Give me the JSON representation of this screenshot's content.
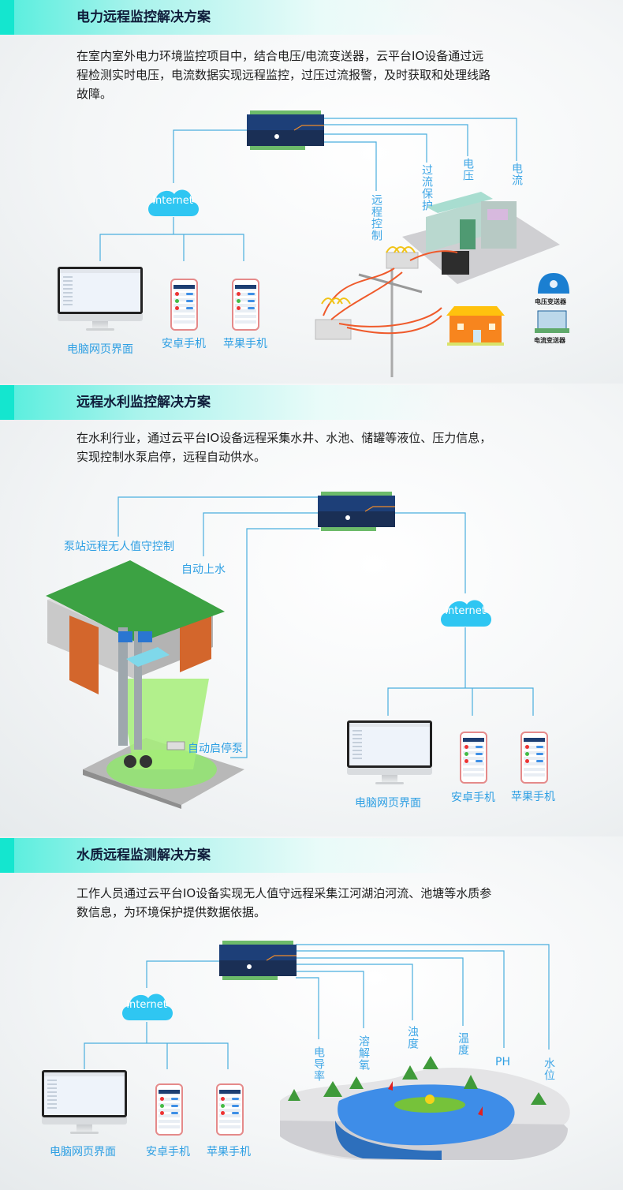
{
  "colors": {
    "accent": "#14e6cf",
    "line": "#4aaede",
    "label": "#2e9fe3",
    "title": "#0f1c3a"
  },
  "sections": [
    {
      "title": "电力远程监控解决方案",
      "paragraph": [
        "在室内室外电力环境监控项目中，结合电压/电流变送器，云平台IO设备通过远",
        "程检测实时电压，电流数据实现远程监控，过压过流报警，及时获取和处理线路",
        "故障。"
      ],
      "cloud": "Internet",
      "clients": [
        "电脑网页界面",
        "安卓手机",
        "苹果手机"
      ],
      "signals": [
        "电流",
        "电压",
        "过流保护",
        "远程控制"
      ],
      "sensors": [
        "电压变送器",
        "电流变送器"
      ]
    },
    {
      "title": "远程水利监控解决方案",
      "paragraph": [
        "在水利行业，通过云平台IO设备远程采集水井、水池、储罐等液位、压力信息，",
        "实现控制水泵启停，远程自动供水。"
      ],
      "cloud": "Internet",
      "clients": [
        "电脑网页界面",
        "安卓手机",
        "苹果手机"
      ],
      "signals": [
        "泵站远程无人值守控制",
        "自动上水",
        "自动启停泵"
      ]
    },
    {
      "title": "水质远程监测解决方案",
      "paragraph": [
        "工作人员通过云平台IO设备实现无人值守远程采集江河湖泊河流、池塘等水质参",
        "数信息，为环境保护提供数据依据。"
      ],
      "cloud": "Internet",
      "clients": [
        "电脑网页界面",
        "安卓手机",
        "苹果手机"
      ],
      "signals": [
        "水位",
        "PH",
        "温度",
        "浊度",
        "溶解氧",
        "电导率"
      ]
    }
  ]
}
